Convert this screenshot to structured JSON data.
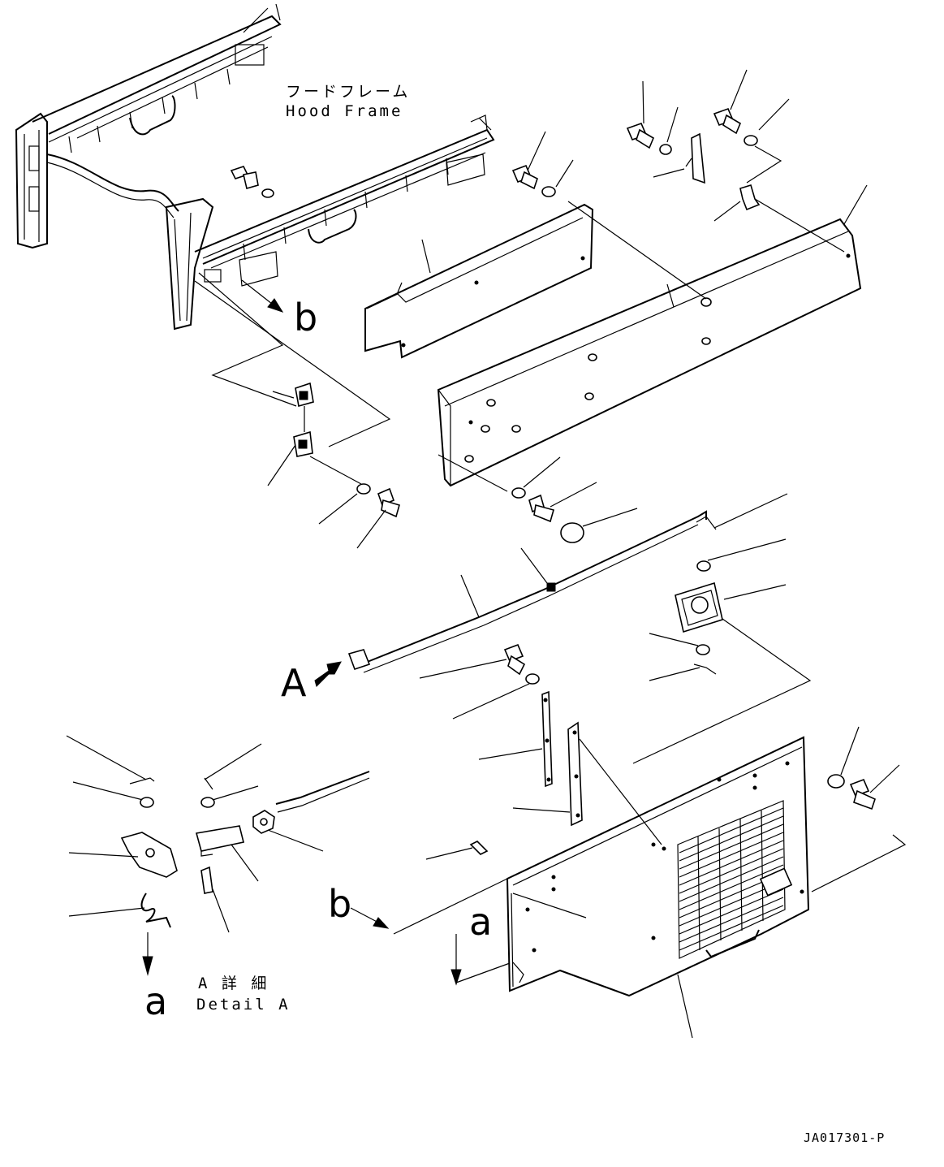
{
  "labels": {
    "hood_frame_jp": "フードフレーム",
    "hood_frame_en": "Hood Frame",
    "ref_b_top": "b",
    "ref_A_view": "A",
    "ref_b_lower": "b",
    "ref_a_lower": "a",
    "ref_a_detail": "a",
    "detail_jp": "A 詳 細",
    "detail_en": "Detail A",
    "drawing_code": "JA017301-P"
  }
}
